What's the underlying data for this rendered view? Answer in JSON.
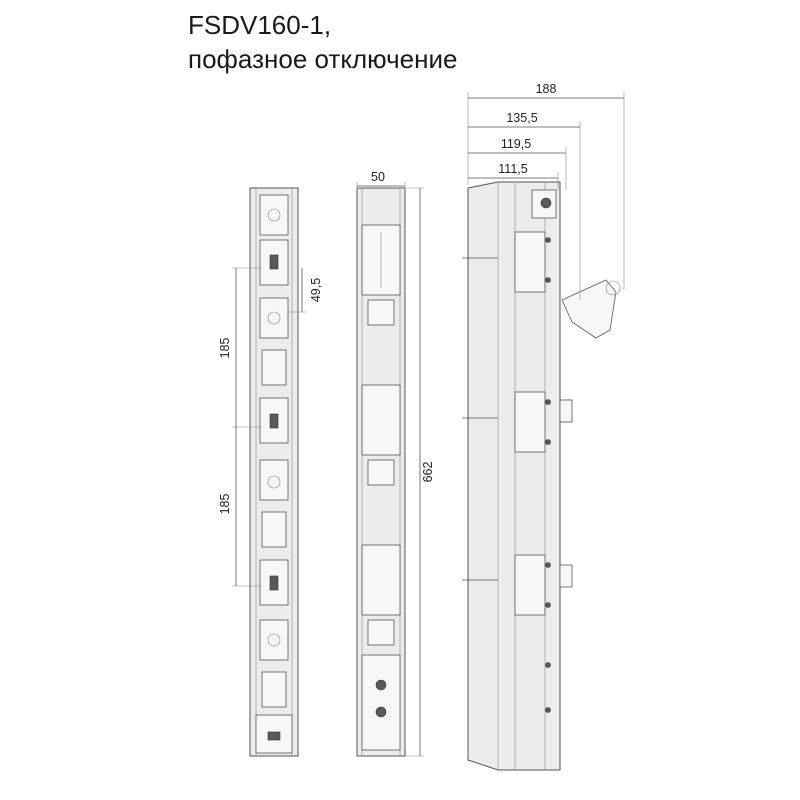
{
  "title": {
    "line1": "FSDV160-1,",
    "line2": "пофазное отключение"
  },
  "dimensions": {
    "phase_pitch_1": "185",
    "phase_pitch_2": "185",
    "terminal_offset": "49,5",
    "width_front": "50",
    "height_total": "662",
    "depth_188": "188",
    "depth_135": "135,5",
    "depth_119": "119,5",
    "depth_111": "111,5"
  }
}
